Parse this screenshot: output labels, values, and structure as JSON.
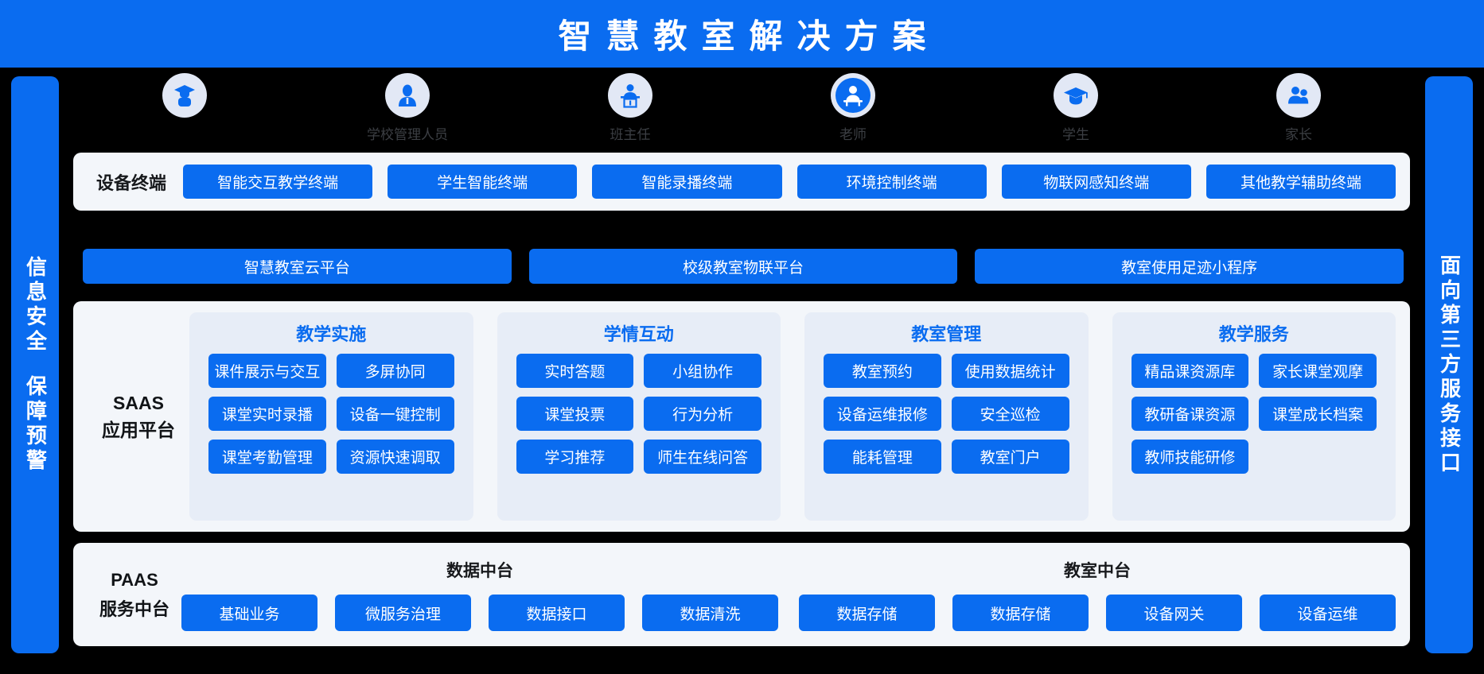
{
  "header": {
    "title": "智慧教室解决方案"
  },
  "colors": {
    "brand_blue": "#0a6cf0",
    "panel_bg": "#f3f6fa",
    "group_bg": "#e7edf7",
    "page_bg": "#000000",
    "bubble_bg": "#e2e8f5"
  },
  "left_rail": {
    "line1": "信息安全",
    "line2": "保障预警"
  },
  "right_rail": {
    "line1": "面向第三方服务接口"
  },
  "roles": [
    {
      "label": "",
      "icon": "graduate-person-icon"
    },
    {
      "label": "学校管理人员",
      "icon": "administrator-person-icon"
    },
    {
      "label": "班主任",
      "icon": "head-teacher-podium-icon"
    },
    {
      "label": "老师",
      "icon": "teacher-desk-icon"
    },
    {
      "label": "学生",
      "icon": "graduation-cap-icon"
    },
    {
      "label": "家长",
      "icon": "parents-couple-icon"
    }
  ],
  "devices": {
    "label": "设备终端",
    "items": [
      "智能交互教学终端",
      "学生智能终端",
      "智能录播终端",
      "环境控制终端",
      "物联网感知终端",
      "其他教学辅助终端"
    ]
  },
  "platforms": [
    "智慧教室云平台",
    "校级教室物联平台",
    "教室使用足迹小程序"
  ],
  "saas": {
    "label_line1": "SAAS",
    "label_line2": "应用平台",
    "groups": [
      {
        "title": "教学实施",
        "items": [
          "课件展示与交互",
          "多屏协同",
          "课堂实时录播",
          "设备一键控制",
          "课堂考勤管理",
          "资源快速调取"
        ]
      },
      {
        "title": "学情互动",
        "items": [
          "实时答题",
          "小组协作",
          "课堂投票",
          "行为分析",
          "学习推荐",
          "师生在线问答"
        ]
      },
      {
        "title": "教室管理",
        "items": [
          "教室预约",
          "使用数据统计",
          "设备运维报修",
          "安全巡检",
          "能耗管理",
          "教室门户"
        ]
      },
      {
        "title": "教学服务",
        "items": [
          "精品课资源库",
          "家长课堂观摩",
          "教研备课资源",
          "课堂成长档案",
          "教师技能研修"
        ]
      }
    ]
  },
  "paas": {
    "label_line1": "PAAS",
    "label_line2": "服务中台",
    "groups": [
      {
        "title": "数据中台",
        "items": [
          "基础业务",
          "微服务治理",
          "数据接口",
          "数据清洗"
        ]
      },
      {
        "title": "教室中台",
        "items": [
          "数据存储",
          "数据存储",
          "设备网关",
          "设备运维"
        ]
      }
    ]
  }
}
